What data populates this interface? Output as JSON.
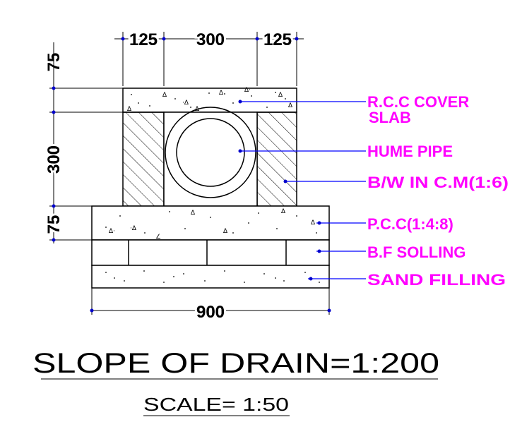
{
  "colors": {
    "line": "#000000",
    "label": "#ff00ff",
    "leader": "#0000ff",
    "dot": "#0000cc"
  },
  "dimensions": {
    "top_left": "125",
    "top_mid": "300",
    "top_right": "125",
    "left_top": "75",
    "left_mid": "300",
    "left_bottom": "75",
    "bottom": "900"
  },
  "labels": {
    "cover_slab_1": "R.C.C COVER",
    "cover_slab_2": "SLAB",
    "hume_pipe": "HUME PIPE",
    "brick_wall": "B/W IN C.M(1:6)",
    "pcc": "P.C.C(1:4:8)",
    "bf_solling": "B.F SOLLING",
    "sand_filling": "SAND FILLING"
  },
  "title": "SLOPE OF DRAIN=1:200",
  "scale": "SCALE= 1:50"
}
